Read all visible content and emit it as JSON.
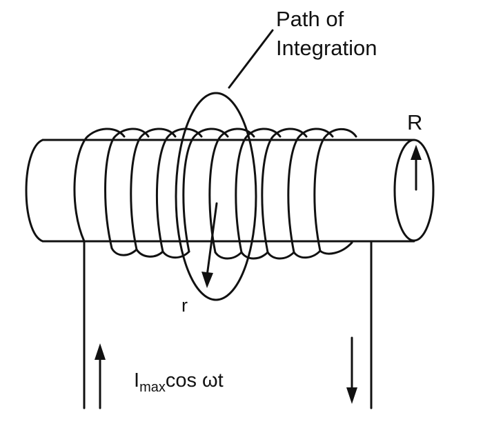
{
  "labels": {
    "path_of_integration_line1": "Path of",
    "path_of_integration_line2": "Integration",
    "outer_radius": "R",
    "inner_radius": "r",
    "current_prefix": "I",
    "current_subscript": "max",
    "current_suffix": "cos ωt"
  },
  "colors": {
    "stroke": "#111111",
    "background": "#ffffff"
  }
}
